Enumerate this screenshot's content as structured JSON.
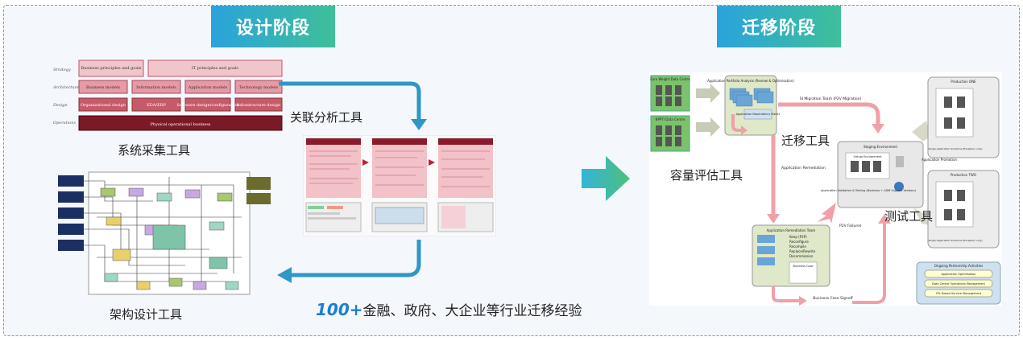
{
  "phases": {
    "design": "设计阶段",
    "migration": "迁移阶段"
  },
  "labels": {
    "system_collection": "系统采集工具",
    "correlation_analysis": "关联分析工具",
    "architecture_design": "架构设计工具",
    "migration_tool": "迁移工具",
    "capacity_eval": "容量评估工具",
    "test_tool": "测试工具"
  },
  "experience": {
    "number": "100+",
    "text": "金融、政府、大企业等行业迁移经验"
  },
  "layers": [
    "Strategy",
    "Architecture",
    "Design",
    "Operations"
  ],
  "layer_boxes": {
    "strategy_1": "Business principles and goals",
    "strategy_2": "IT principles and goals",
    "arch_1": "Business models",
    "arch_2": "Information models",
    "arch_3": "Application models",
    "arch_4": "Technology models",
    "design_1": "Organizational design",
    "design_2": "EDA/ERP",
    "design_3": "Software design/configuration",
    "design_4": "Infrastructure design",
    "ops_1": "Physical operational business"
  },
  "right_diagram": {
    "dc1": "Euro Weight Data Centre",
    "dc2": "NPPTI Data Centre",
    "apa": "Application Portfolio Analysis (Review & Optimisation)",
    "apd": "Application Dependency Matrix",
    "si": "SI Migration Team (P2V Migration)",
    "staging": "Staging Environment",
    "virtual": "Virtual Environment",
    "validation": "Application Validation & Testing (Business + ADM Support Vendors)",
    "promotion": "Application Promotion",
    "remediation": "Application Remediation",
    "p2v_fail": "P2V Failures",
    "rem_team": "Application Remediation Team",
    "options": [
      "Keep (P2P)",
      "Reconfigure",
      "Recompile",
      "Replace/Rewrite",
      "Decommission"
    ],
    "business_case": "Business Case",
    "signoff": "Business Case Signoff",
    "prod_one": "Production ONE",
    "prod_two": "Production TWO",
    "single_app": "Single Application Solutions (Exception only)",
    "ongoing": "Ongoing Partnership Activities",
    "ongoing_items": [
      "Application Optimisation",
      "Data Centre Operations Management",
      "ITIL Based Service Management"
    ]
  },
  "colors": {
    "design_tag": "#2fa7d8",
    "migration_tag": "#2fb8c0",
    "flow_arrow": "#2e97c6",
    "big_arrow_start": "#35b4d8",
    "big_arrow_end": "#4cc07c",
    "pink_arrow": "#f0a0a8"
  }
}
